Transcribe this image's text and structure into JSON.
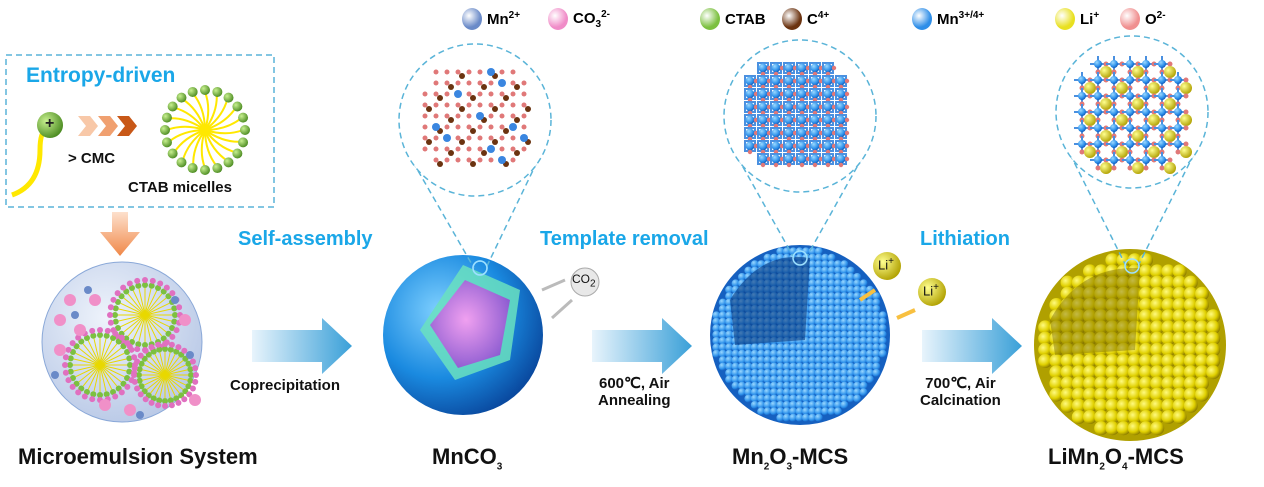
{
  "legend": [
    {
      "label": "Mn",
      "sup": "2+",
      "sub": "",
      "color": "#6a8ac8"
    },
    {
      "label": "CO",
      "sub": "3",
      "sup": "2-",
      "color": "#f08cc8"
    },
    {
      "label": "CTAB",
      "sup": "",
      "sub": "",
      "color": "#7cc040"
    },
    {
      "label": "C",
      "sup": "4+",
      "sub": "",
      "color": "#6b3310"
    },
    {
      "label": "Mn",
      "sup": "3+/4+",
      "sub": "",
      "color": "#2e8ee8"
    },
    {
      "label": "Li",
      "sup": "+",
      "sub": "",
      "color": "#e8e020"
    },
    {
      "label": "O",
      "sup": "2-",
      "sub": "",
      "color": "#f09090"
    }
  ],
  "inset": {
    "title": "Entropy-driven",
    "cmc": "> CMC",
    "micelles": "CTAB micelles",
    "plus": "+"
  },
  "steps": {
    "self_assembly": "Self-assembly",
    "template_removal": "Template removal",
    "lithiation": "Lithiation",
    "coprecipitation": "Coprecipitation",
    "anneal_temp": "600℃, Air",
    "anneal": "Annealing",
    "calc_temp": "700℃, Air",
    "calc": "Calcination",
    "co2": "CO",
    "co2_sub": "2",
    "li": "Li",
    "li_sup": "+"
  },
  "labels": {
    "microemulsion": "Microemulsion System",
    "mnco3_a": "MnCO",
    "mnco3_b": "3",
    "mn2o3_a": "Mn",
    "mn2o3_b": "2",
    "mn2o3_c": "O",
    "mn2o3_d": "3",
    "mn2o3_e": "-MCS",
    "limn_a": "LiMn",
    "limn_b": "2",
    "limn_c": "O",
    "limn_d": "4",
    "limn_e": "-MCS"
  }
}
